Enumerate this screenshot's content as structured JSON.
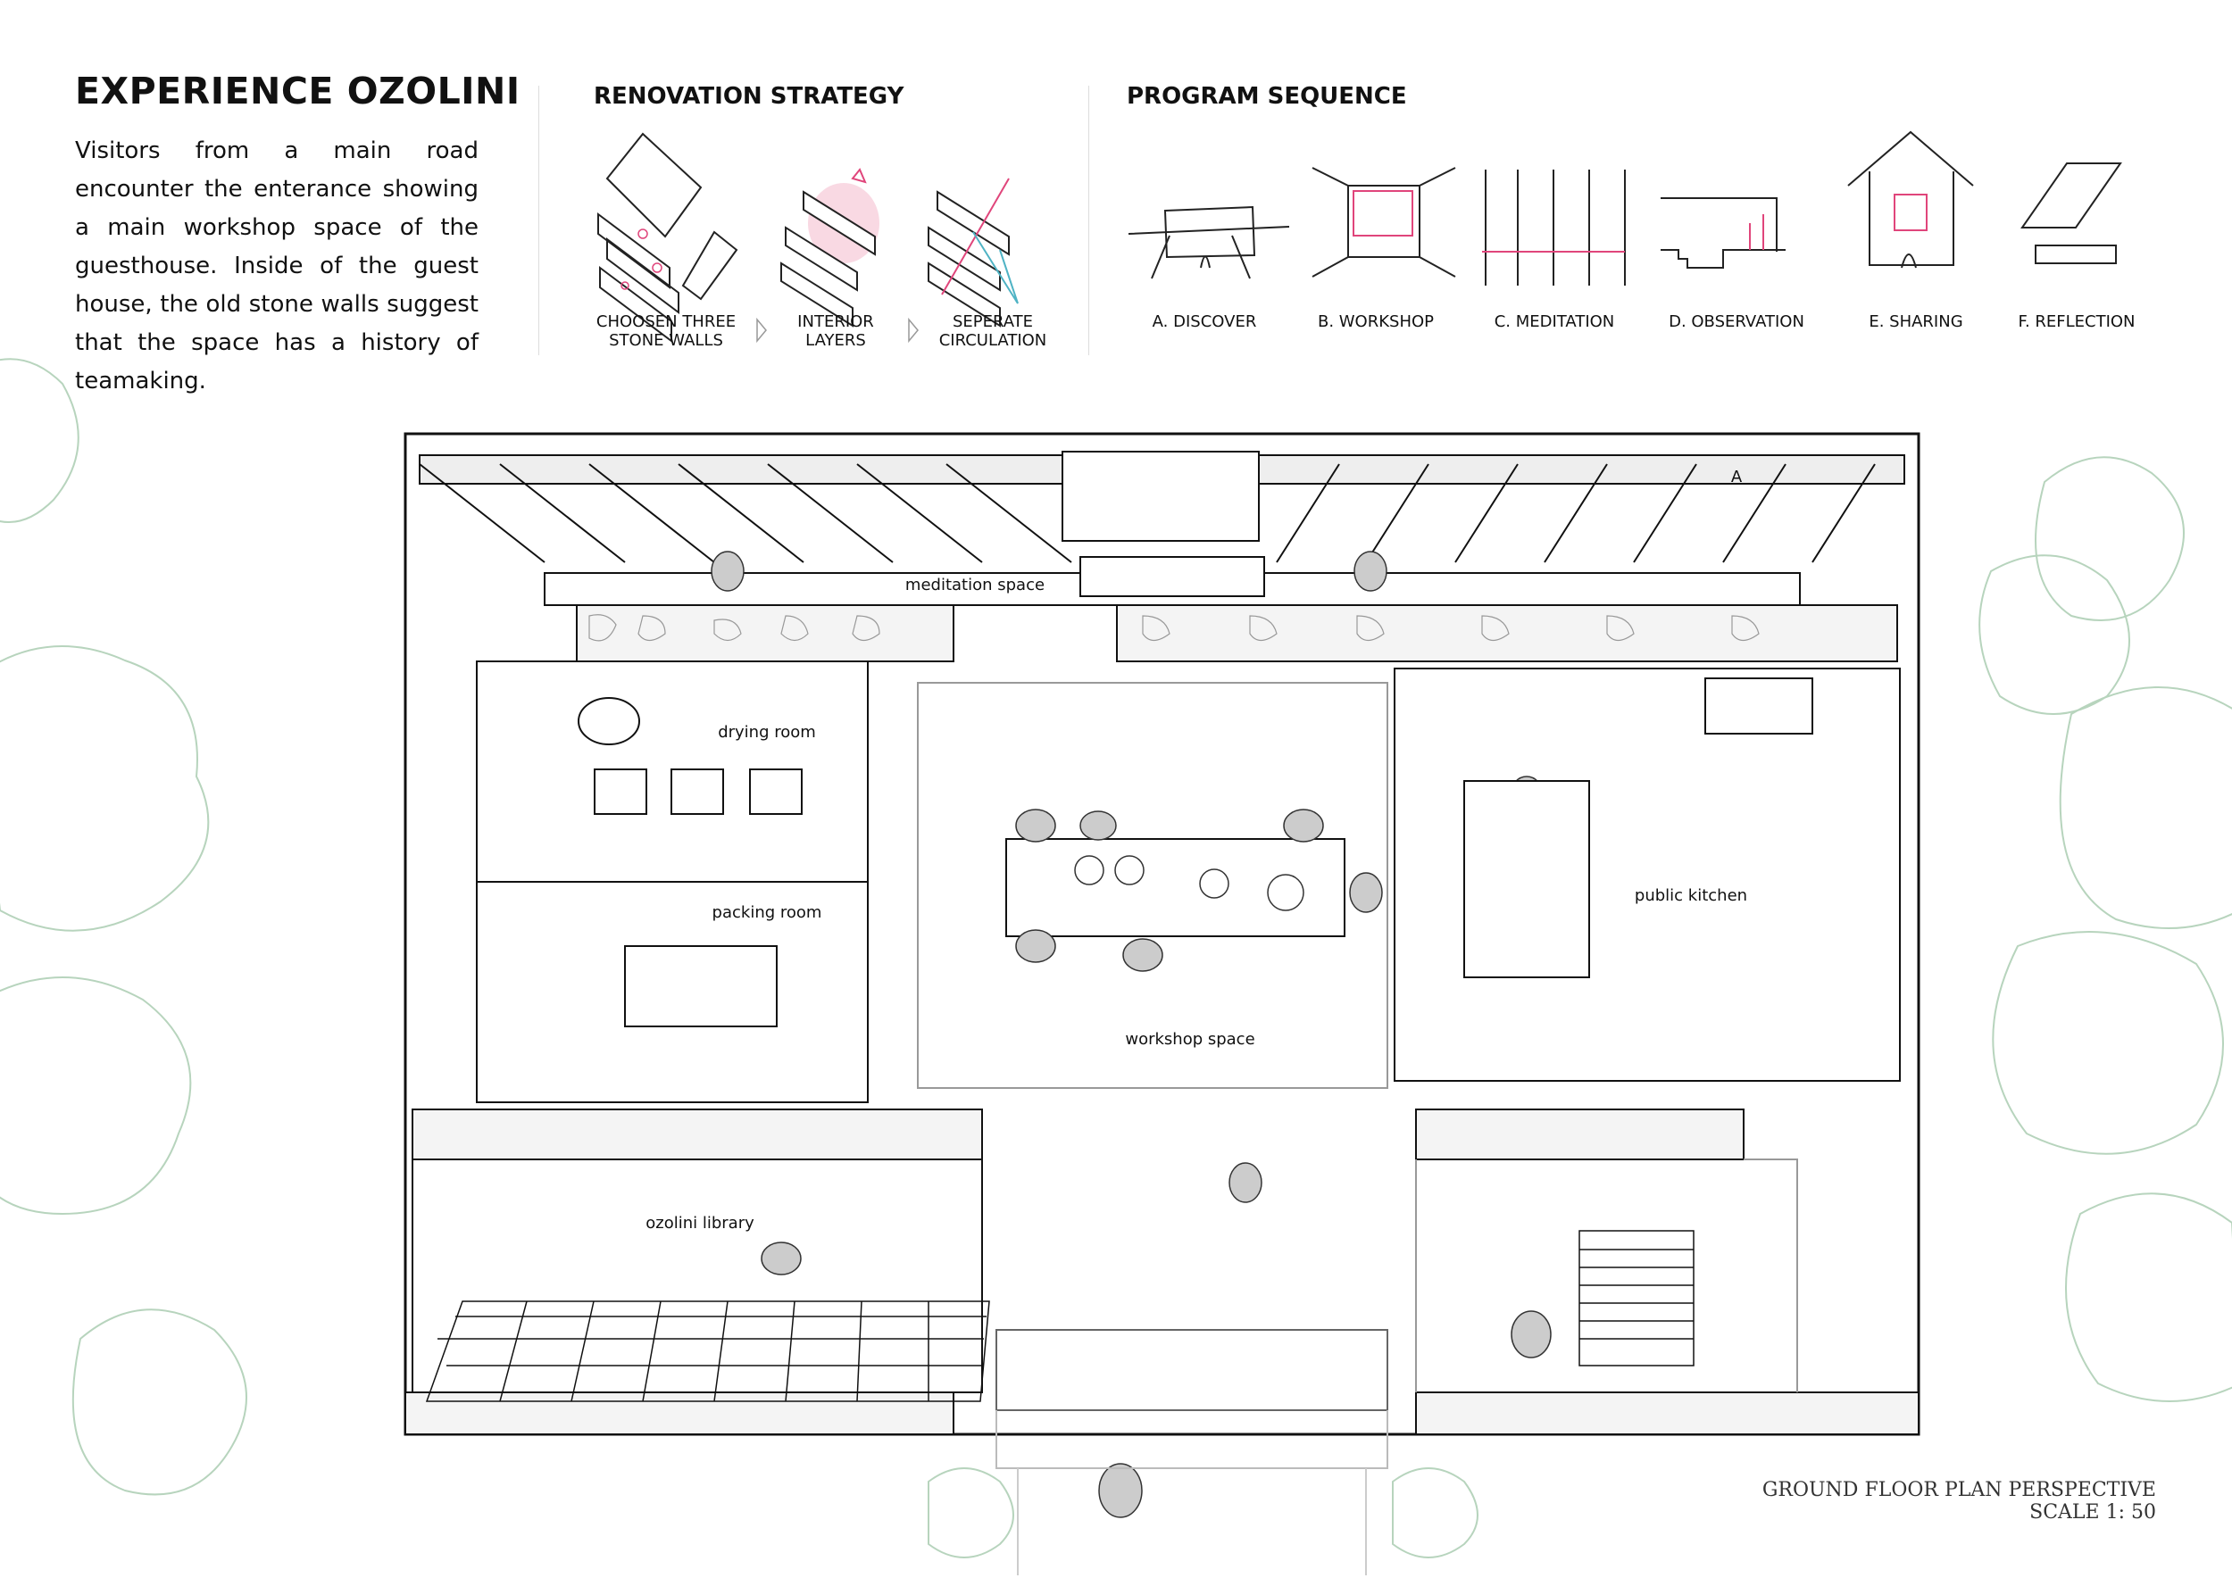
{
  "header": {
    "title": "EXPERIENCE OZOLINI",
    "intro": "Visitors from a main road encounter the enterance showing a main workshop space of the guesthouse. Inside of the guest house, the old stone walls suggest that the space has a history of teamaking."
  },
  "renovation": {
    "heading": "RENOVATION STRATEGY",
    "steps": [
      {
        "line1": "CHOOSEN THREE",
        "line2": "STONE WALLS"
      },
      {
        "line1": "INTERIOR",
        "line2": "LAYERS"
      },
      {
        "line1": "SEPERATE",
        "line2": "CIRCULATION"
      }
    ]
  },
  "program": {
    "heading": "PROGRAM SEQUENCE",
    "steps": [
      "A. DISCOVER",
      "B. WORKSHOP",
      "C. MEDITATION",
      "D. OBSERVATION",
      "E. SHARING",
      "F. REFLECTION"
    ]
  },
  "plan": {
    "rooms": {
      "meditation": "meditation space",
      "drying": "drying room",
      "packing": "packing room",
      "workshop": "workshop space",
      "kitchen": "public kitchen",
      "library": "ozolini library"
    },
    "section_marker": "A",
    "caption_line1": "GROUND FLOOR PLAN PERSPECTIVE",
    "caption_line2": "SCALE 1: 50"
  },
  "colors": {
    "accent": "#e0457b",
    "circulation": "#4fb3c4",
    "tree": "#b7d4bd",
    "stone_fill": "#f4f4f4"
  }
}
